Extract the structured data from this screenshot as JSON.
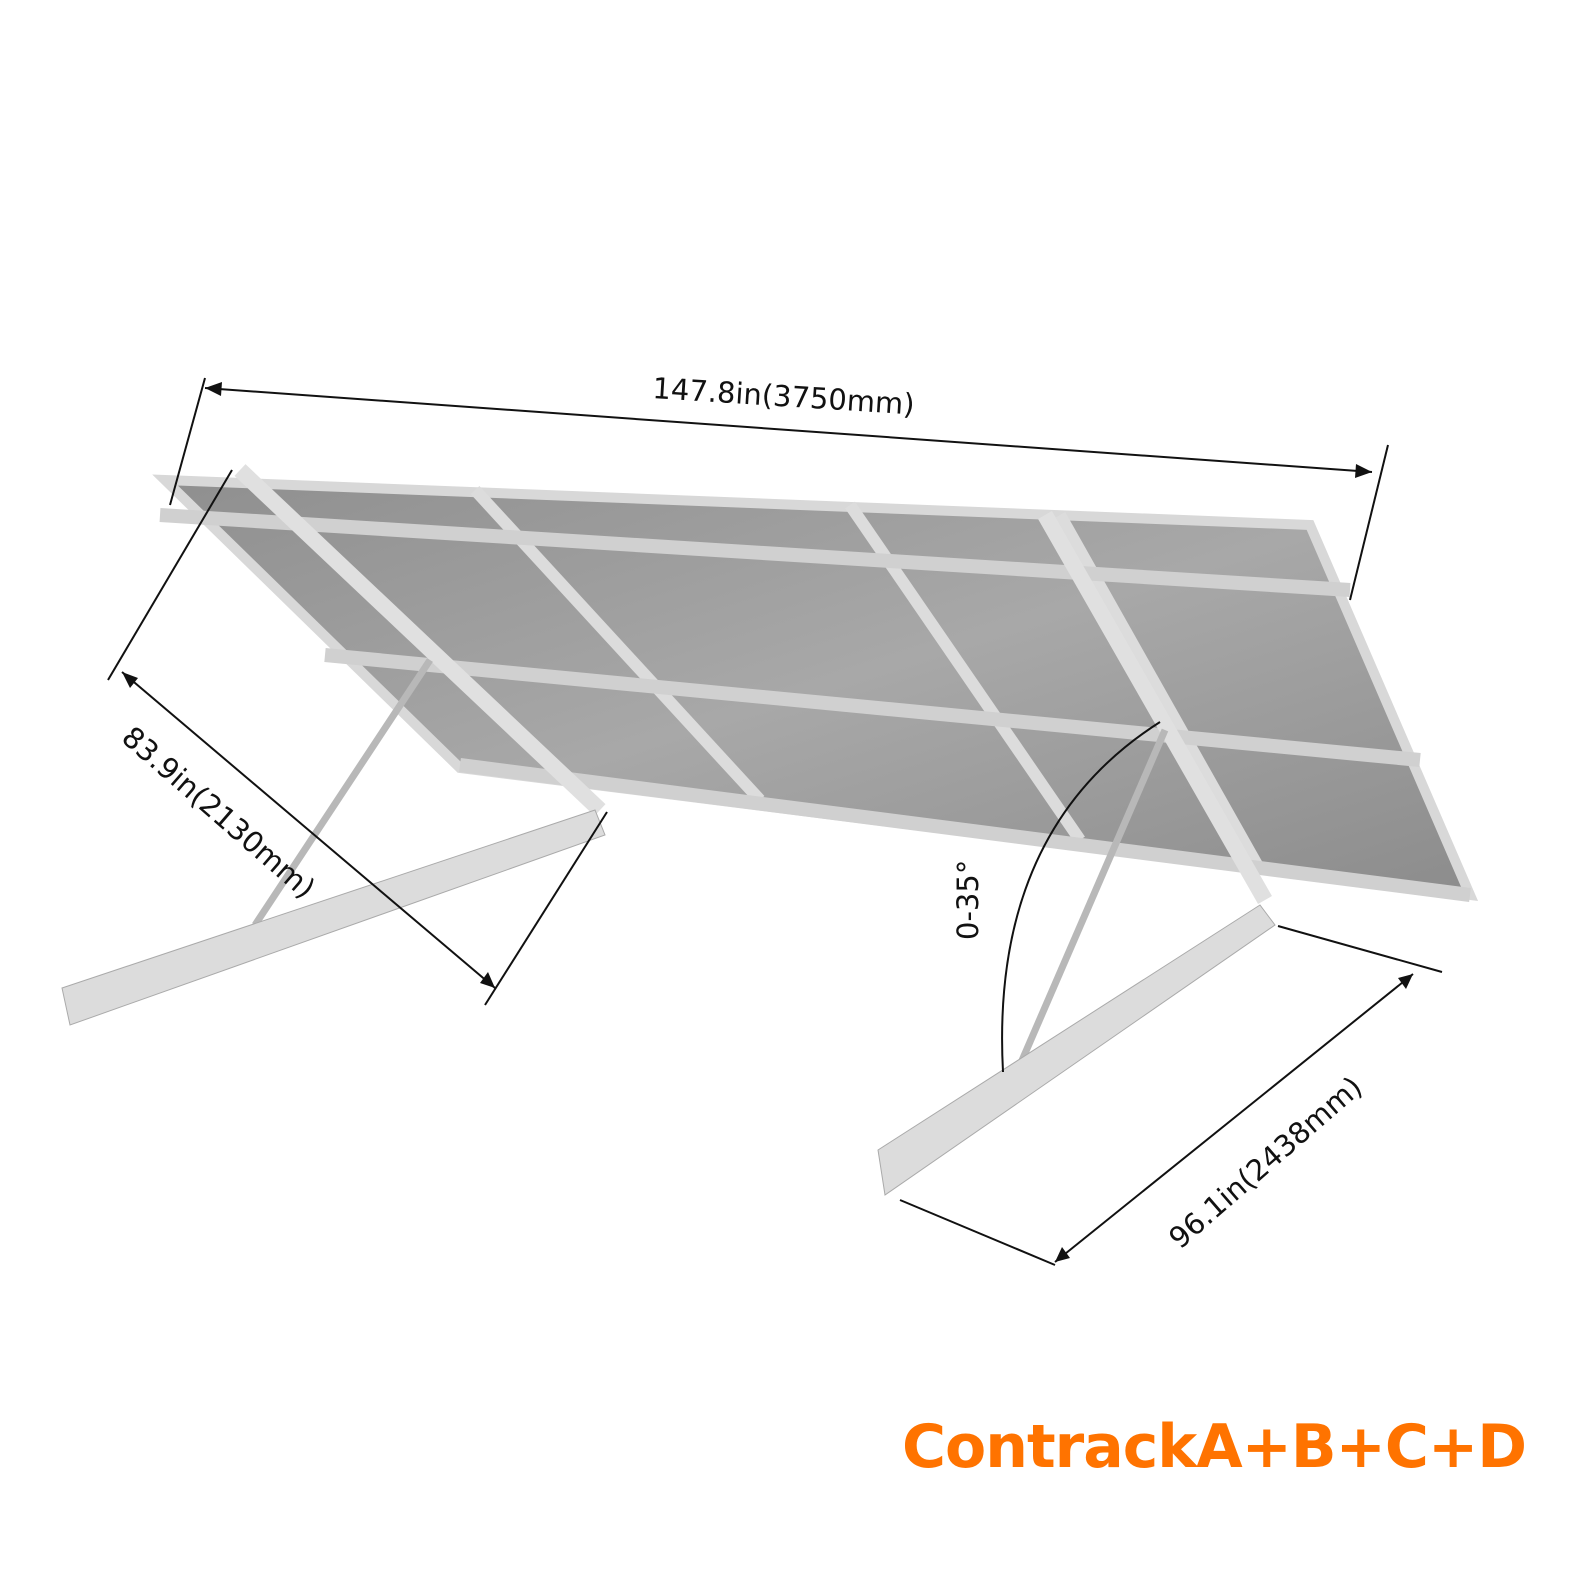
{
  "dimensions": {
    "width": "147.8in(3750mm)",
    "depth": "83.9in(2130mm)",
    "rail_length": "96.1in(2438mm)",
    "tilt_angle": "0-35°"
  },
  "brand_label": "ContrackA+B+C+D",
  "colors": {
    "brand": "#ff7300",
    "panel": "#9e9e9e",
    "frame": "#d4d4d4",
    "line": "#111111"
  }
}
